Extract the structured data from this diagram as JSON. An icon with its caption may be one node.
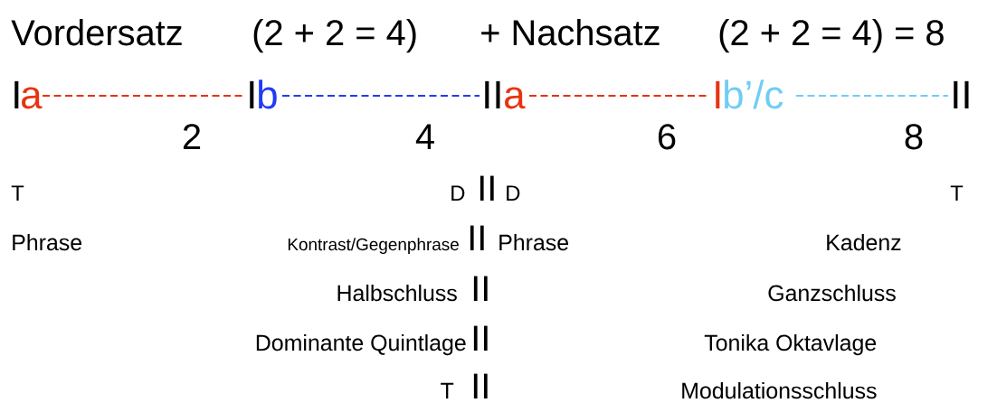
{
  "diagram": {
    "labels": [
      "Vordersatz",
      "(2 + 2 = 4)",
      "+ Nachsatz",
      "(2 + 2 = 4) = 8",
      "I",
      "a",
      "I",
      "b",
      "II",
      "a",
      "I",
      "b’/c",
      "II",
      "2",
      "4",
      "6",
      "8",
      "T",
      "D",
      "II",
      "D",
      "T",
      "Phrase",
      "Kontrast/Gegenphrase",
      "II",
      "Phrase",
      "Kadenz",
      "Halbschluss",
      "II",
      "Ganzschluss",
      "Dominante Quintlage",
      "II",
      "Tonika Oktavlage",
      "T",
      "II",
      "Modulationsschluss"
    ]
  }
}
